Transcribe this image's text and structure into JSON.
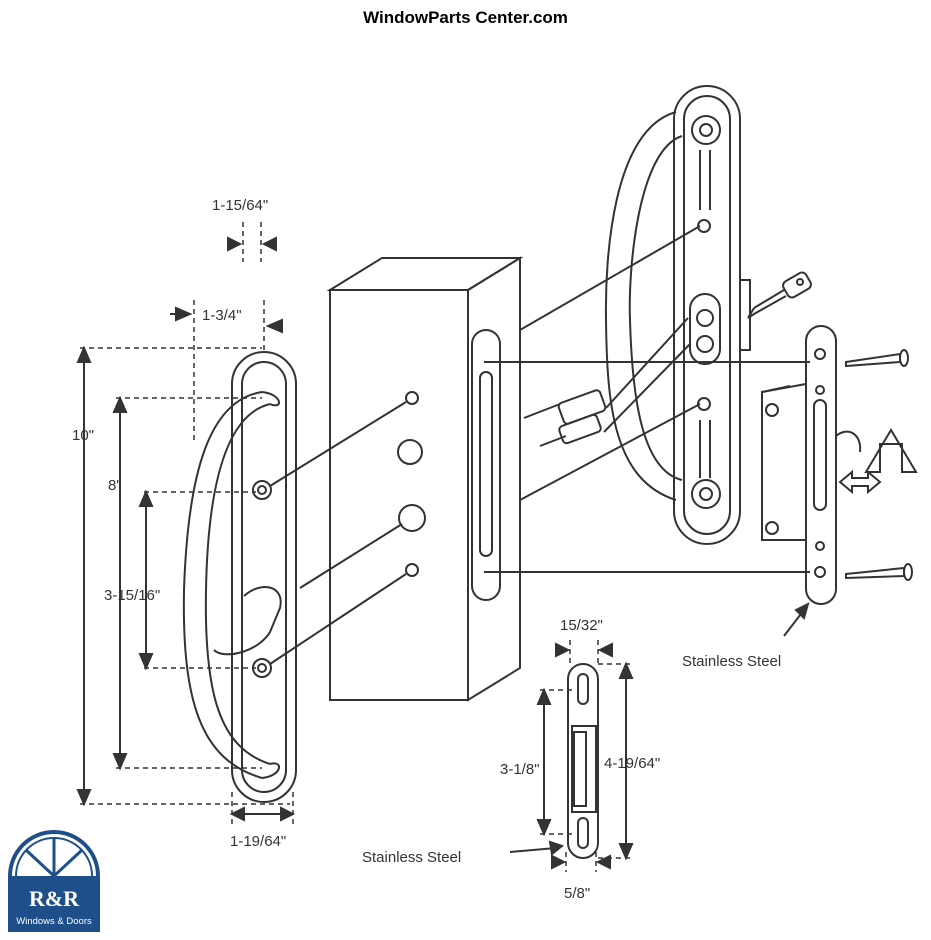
{
  "header": {
    "site_name": "WindowParts Center.com"
  },
  "dimensions": {
    "handle_lever_offset": "1-15/64\"",
    "handle_depth": "1-3/4\"",
    "overall_height": "10\"",
    "grip_length": "8\"",
    "hole_spacing": "3-15/16\"",
    "escutcheon_width": "1-19/64\"",
    "keeper_hole_width": "15/32\"",
    "keeper_hole_spacing": "3-1/8\"",
    "keeper_length": "4-19/64\"",
    "keeper_width": "5/8\""
  },
  "labels": {
    "mortise_plate": "Stainless Steel",
    "keeper": "Stainless Steel"
  },
  "logo": {
    "brand": "R&R",
    "tagline": "Windows & Doors",
    "color": "#1f4f8a"
  },
  "colors": {
    "line": "#333333",
    "background": "#ffffff"
  }
}
